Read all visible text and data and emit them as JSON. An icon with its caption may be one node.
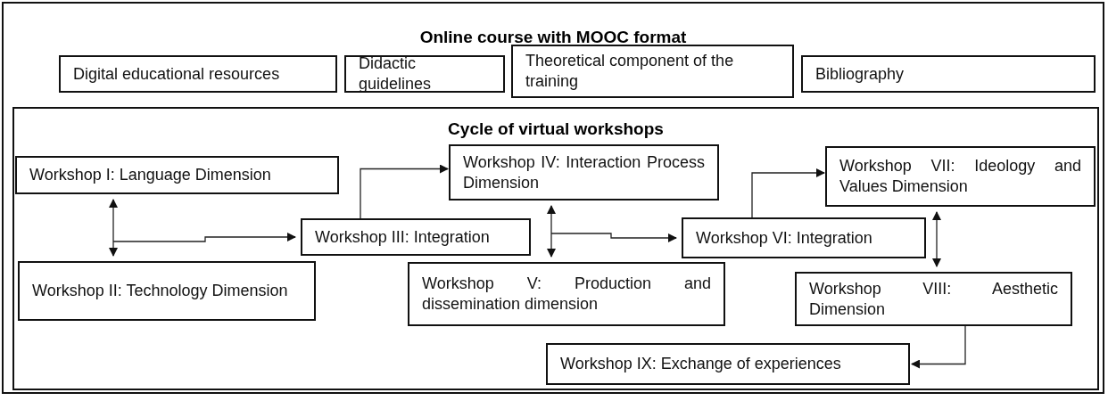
{
  "diagram": {
    "nodes": [
      {
        "text": [
          "Online course with MOOC format"
        ]
      },
      {
        "text": [
          "Digital educational resources"
        ],
        "in": 0
      },
      {
        "text": [
          "Didactic guidelines"
        ],
        "in": 0
      },
      {
        "text": [
          "Theoretical component of the training"
        ],
        "in": 0
      },
      {
        "text": [
          "Bibliography"
        ],
        "in": 0
      },
      {
        "text": [
          "Cycle of virtual workshops"
        ],
        "in": 0
      },
      {
        "text": [
          "Workshop I: Language Dimension"
        ],
        "in": 5
      },
      {
        "text": [
          "Workshop II: Technology Dimension"
        ],
        "in": 5
      },
      {
        "text": [
          "Workshop III: Integration"
        ],
        "in": 5
      },
      {
        "text": [
          "Workshop IV: Interaction Process Dimension"
        ],
        "in": 5
      },
      {
        "text": [
          "Workshop V: Production and dissemination dimension"
        ],
        "in": 5
      },
      {
        "text": [
          "Workshop VI: Integration"
        ],
        "in": 5
      },
      {
        "text": [
          "Workshop VII: Ideology and Values Dimension"
        ],
        "in": 5
      },
      {
        "text": [
          "Workshop VIII: Aesthetic Dimension"
        ],
        "in": 5
      },
      {
        "text": [
          "Workshop IX: Exchange of experiences"
        ],
        "in": 5
      }
    ],
    "edges": [
      {
        "from": 6,
        "to": 7,
        "arrow": "both"
      },
      {
        "from": null,
        "to": 8,
        "arrow": "to"
      },
      {
        "from": 8,
        "to": 9,
        "arrow": "to"
      },
      {
        "from": 9,
        "to": 10,
        "arrow": "both"
      },
      {
        "from": null,
        "to": 11,
        "arrow": "to"
      },
      {
        "from": 11,
        "to": 12,
        "arrow": "to"
      },
      {
        "from": 12,
        "to": 13,
        "arrow": "both"
      },
      {
        "from": 13,
        "to": 14,
        "arrow": "to"
      }
    ]
  }
}
